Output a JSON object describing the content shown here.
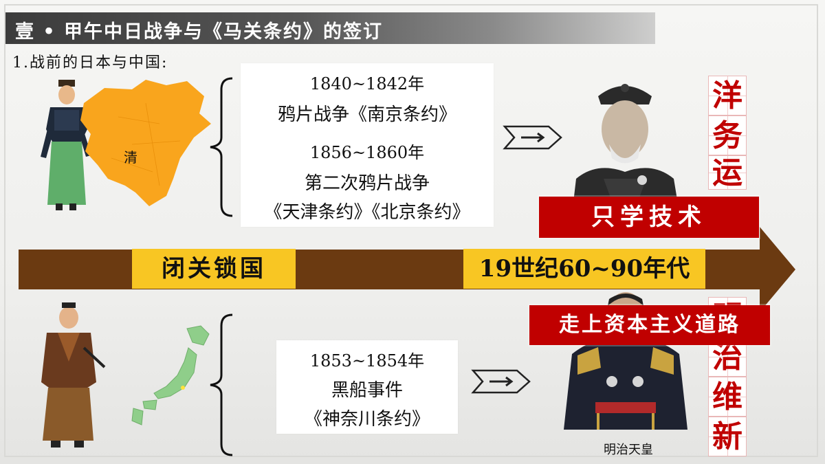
{
  "header": {
    "title": "壹 • 甲午中日战争与《马关条约》的签订"
  },
  "section": {
    "heading": "1.战前的日本与中国:"
  },
  "china": {
    "map_label": "清",
    "events": [
      {
        "line1": "1840~1842年",
        "line2": "鸦片战争《南京条约》"
      },
      {
        "line1": "1856~1860年",
        "line2": "第二次鸦片战争",
        "line3": "《天津条约》《北京条约》"
      }
    ]
  },
  "japan": {
    "events": [
      {
        "line1": "1853~1854年",
        "line2": "黑船事件",
        "line3": "《神奈川条约》"
      }
    ],
    "portrait_caption": "明治天皇"
  },
  "timeline": {
    "left_label": "闭关锁国",
    "right_label": "19世纪60~90年代"
  },
  "banners": {
    "top": "只学技术",
    "bottom": "走上资本主义道路"
  },
  "vertical": {
    "top_chars": [
      "洋",
      "务",
      "运"
    ],
    "bottom_chars": [
      "明",
      "治",
      "维",
      "新"
    ]
  },
  "colors": {
    "accent_red": "#c00000",
    "timeline_brown": "#6b3a11",
    "label_yellow": "#f8c623",
    "map_orange": "#f9a51d",
    "map_green": "#8fce8a"
  }
}
